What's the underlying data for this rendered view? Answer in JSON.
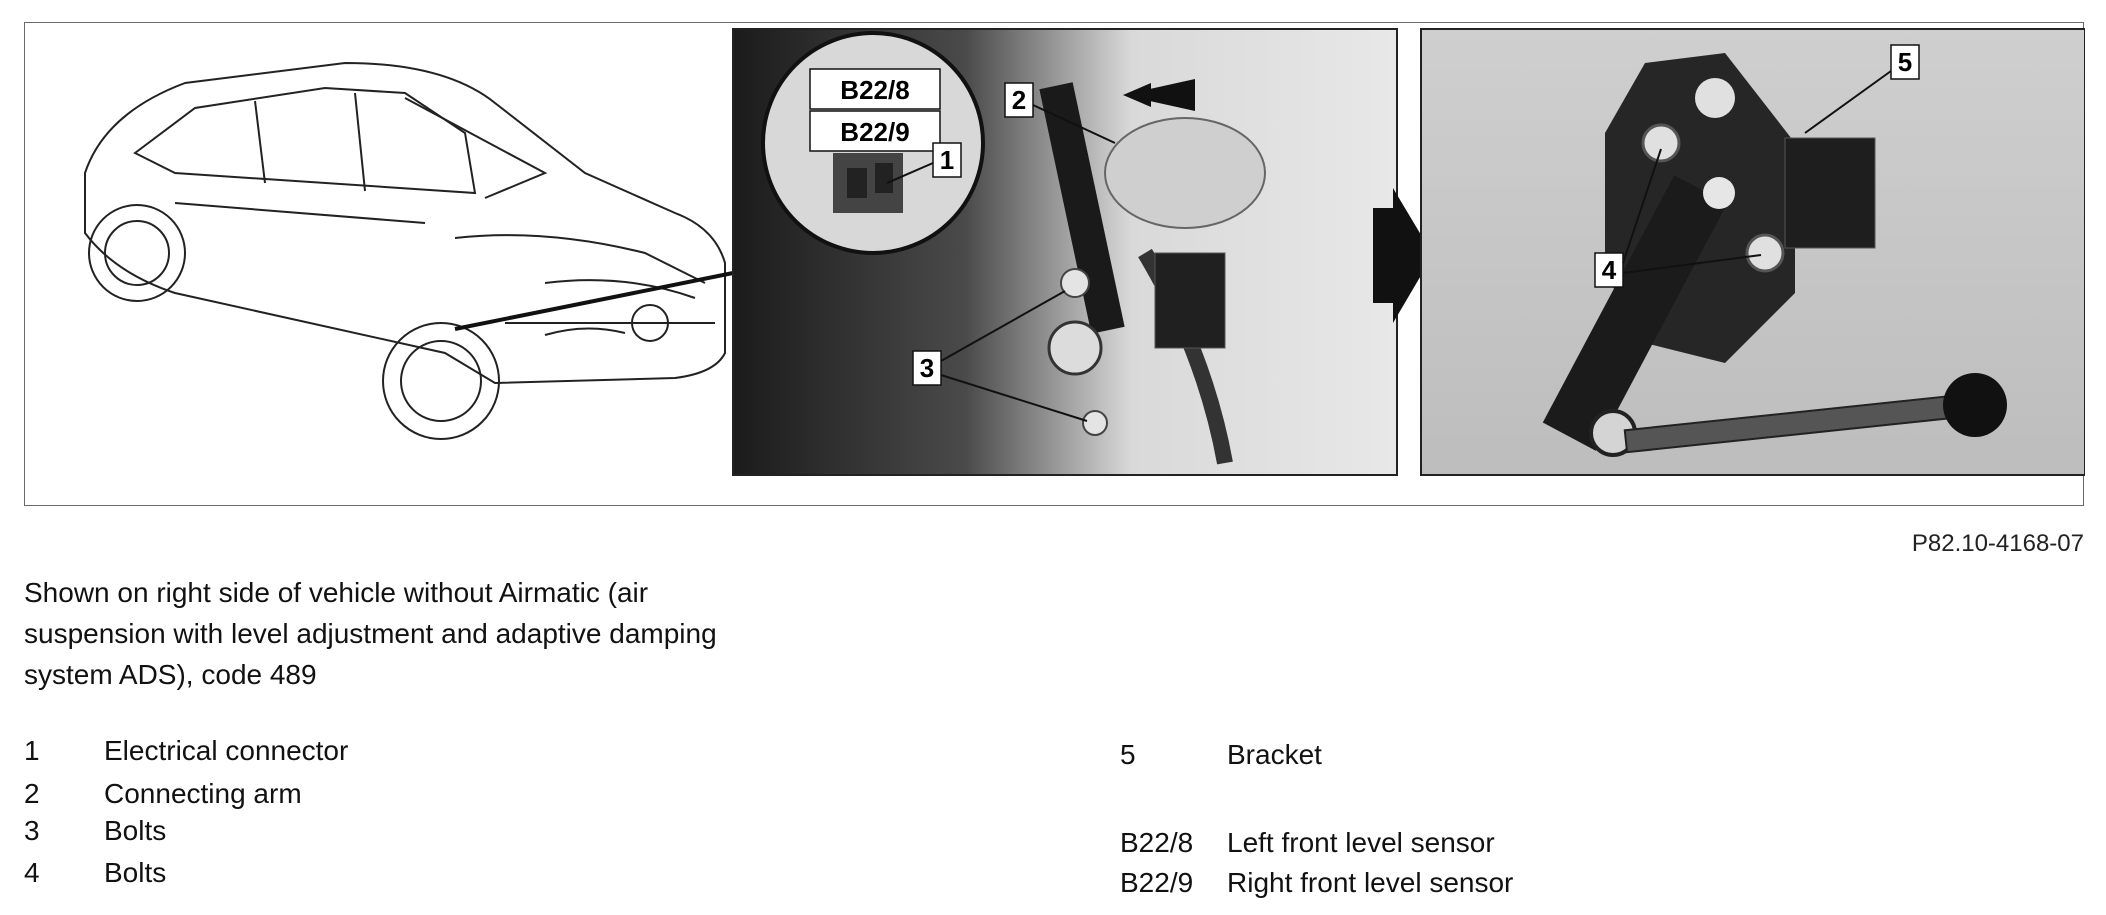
{
  "figure": {
    "reference_id": "P82.10-4168-07",
    "callouts": {
      "inset_top": "B22/8",
      "inset_bottom": "B22/9",
      "c1": "1",
      "c2": "2",
      "c3": "3",
      "c4": "4",
      "c5": "5"
    }
  },
  "caption": "Shown on right side of vehicle without Airmatic (air suspension with level adjustment and adaptive damping system ADS), code 489",
  "legend_left": [
    {
      "number": "1",
      "text": "Electrical connector"
    },
    {
      "number": "2",
      "text": "Connecting arm"
    },
    {
      "number": "3",
      "text": "Bolts"
    },
    {
      "number": "4",
      "text": "Bolts"
    }
  ],
  "legend_right": [
    {
      "number": "5",
      "text": "Bracket"
    },
    {
      "number": "B22/8",
      "text": "Left front level sensor"
    },
    {
      "number": "B22/9",
      "text": "Right front level sensor"
    }
  ]
}
